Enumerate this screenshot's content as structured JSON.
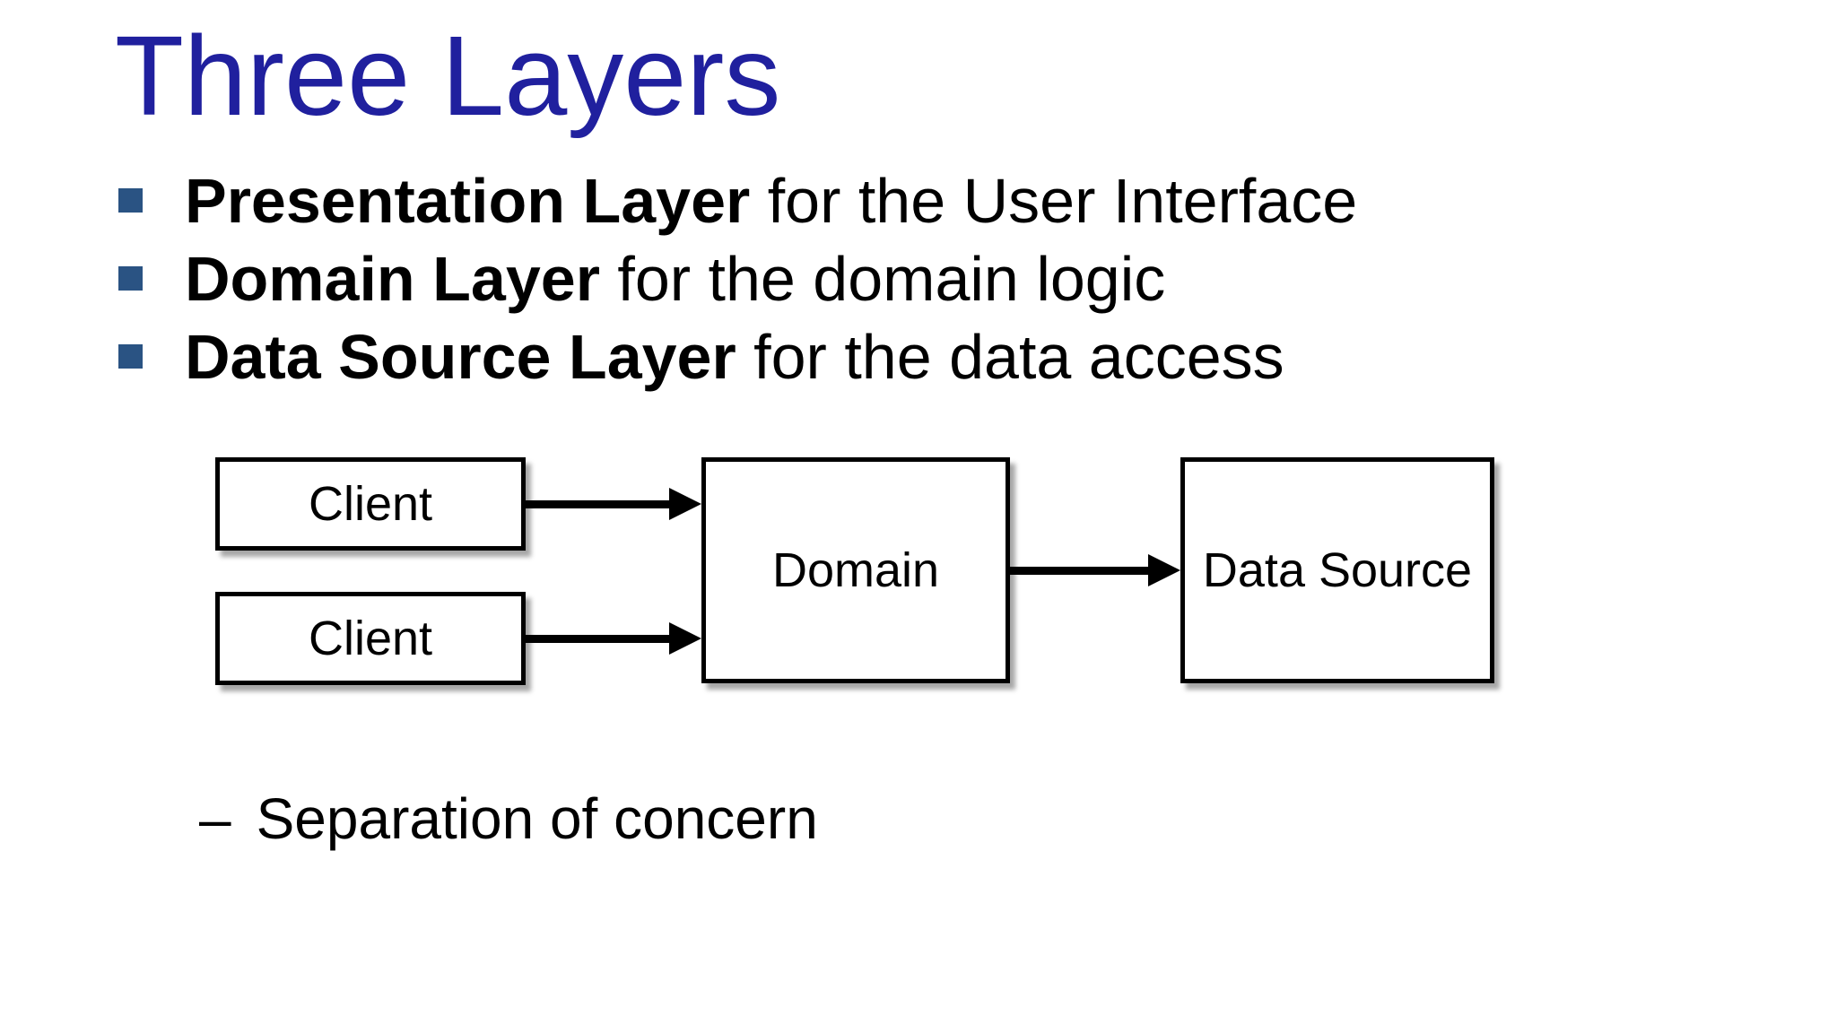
{
  "slide": {
    "title": "Three Layers",
    "colors": {
      "title": "#20209E",
      "bullet_marker": "#2A5383",
      "body_text": "#000000",
      "box_border": "#000000",
      "box_fill": "#FFFFFF",
      "arrow": "#000000",
      "background": "#FFFFFF"
    },
    "bullets": [
      {
        "bold": "Presentation Layer",
        "rest": " for the User Interface"
      },
      {
        "bold": "Domain Layer",
        "rest": " for the domain logic"
      },
      {
        "bold": "Data Source Layer",
        "rest": " for the data access"
      }
    ],
    "diagram": {
      "nodes": [
        {
          "id": "client-1",
          "label": "Client"
        },
        {
          "id": "client-2",
          "label": "Client"
        },
        {
          "id": "domain",
          "label": "Domain"
        },
        {
          "id": "data-source",
          "label": "Data Source"
        }
      ],
      "edges": [
        {
          "from": "client-1",
          "to": "domain"
        },
        {
          "from": "client-2",
          "to": "domain"
        },
        {
          "from": "domain",
          "to": "data-source"
        }
      ]
    },
    "sub_bullet": {
      "dash": "–",
      "text": "Separation of concern"
    }
  }
}
